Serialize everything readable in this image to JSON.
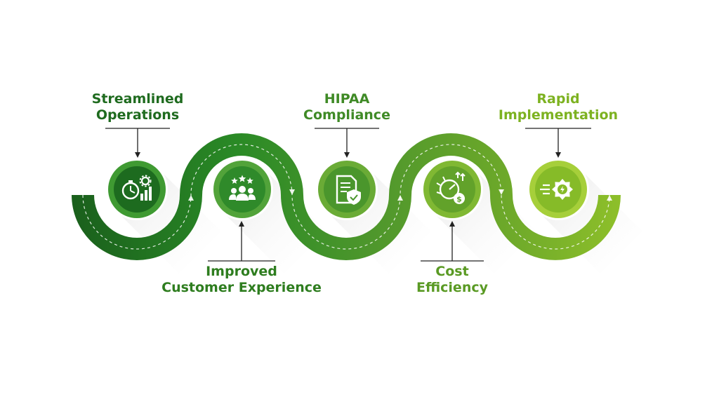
{
  "colors": {
    "step1": "#1d6f22",
    "step2": "#2d8a2d",
    "step3": "#4a9a2f",
    "step4": "#69a82a",
    "step5": "#8cbf26",
    "shadow": "#d9d9d9",
    "background": "#ffffff"
  },
  "steps": [
    {
      "id": "streamlined-operations",
      "lines": [
        "Streamlined",
        "Operations"
      ],
      "color": "#1f6b1f",
      "icon": "stopwatch-chart-icon",
      "label_position": "top"
    },
    {
      "id": "improved-customer-experience",
      "lines": [
        "Improved",
        "Customer Experience"
      ],
      "color": "#2e7d1f",
      "icon": "customer-rating-icon",
      "label_position": "bottom"
    },
    {
      "id": "hipaa-compliance",
      "lines": [
        "HIPAA",
        "Compliance"
      ],
      "color": "#3f8a26",
      "icon": "document-shield-icon",
      "label_position": "top"
    },
    {
      "id": "cost-efficiency",
      "lines": [
        "Cost",
        "Efficiency"
      ],
      "color": "#5a9a24",
      "icon": "cost-gauge-icon",
      "label_position": "bottom"
    },
    {
      "id": "rapid-implementation",
      "lines": [
        "Rapid",
        "Implementation"
      ],
      "color": "#7db221",
      "icon": "fast-gear-icon",
      "label_position": "top"
    }
  ]
}
